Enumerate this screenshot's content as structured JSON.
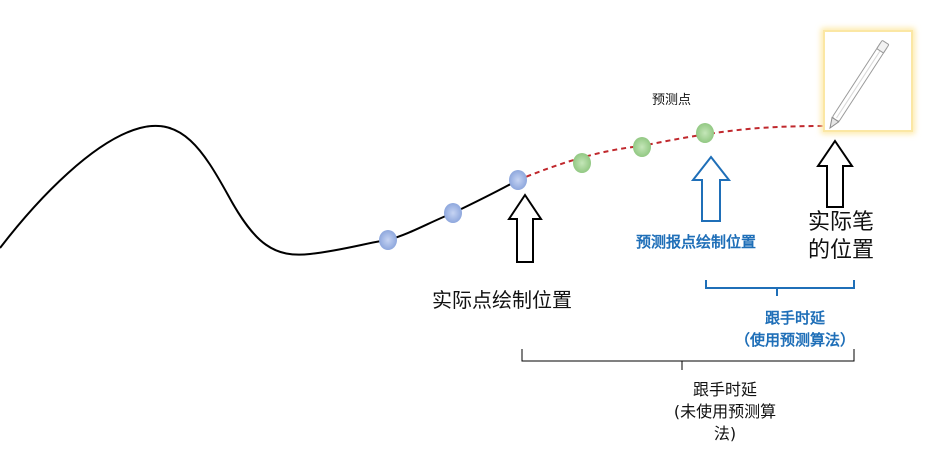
{
  "labels": {
    "predicted_points": "预测点",
    "actual_draw_position": "实际点绘制位置",
    "pen_position_line1": "实际笔",
    "pen_position_line2": "的位置",
    "predicted_draw_position": "预测报点绘制位置",
    "latency_with_prediction_line1": "跟手时延",
    "latency_with_prediction_line2": "（使用预测算法）",
    "latency_without_prediction_line1": "跟手时延",
    "latency_without_prediction_line2": "(未使用预测算",
    "latency_without_prediction_line3": "法)"
  },
  "colors": {
    "curve": "#000000",
    "predicted_path": "#c0282d",
    "actual_point": "#a9bde8",
    "predicted_point": "#a8d59a",
    "accent_blue": "#1f6fb8",
    "pen_glow": "#fde9a8"
  },
  "icons": {
    "pen": "stylus-pen-icon",
    "arrow": "up-arrow-icon"
  }
}
